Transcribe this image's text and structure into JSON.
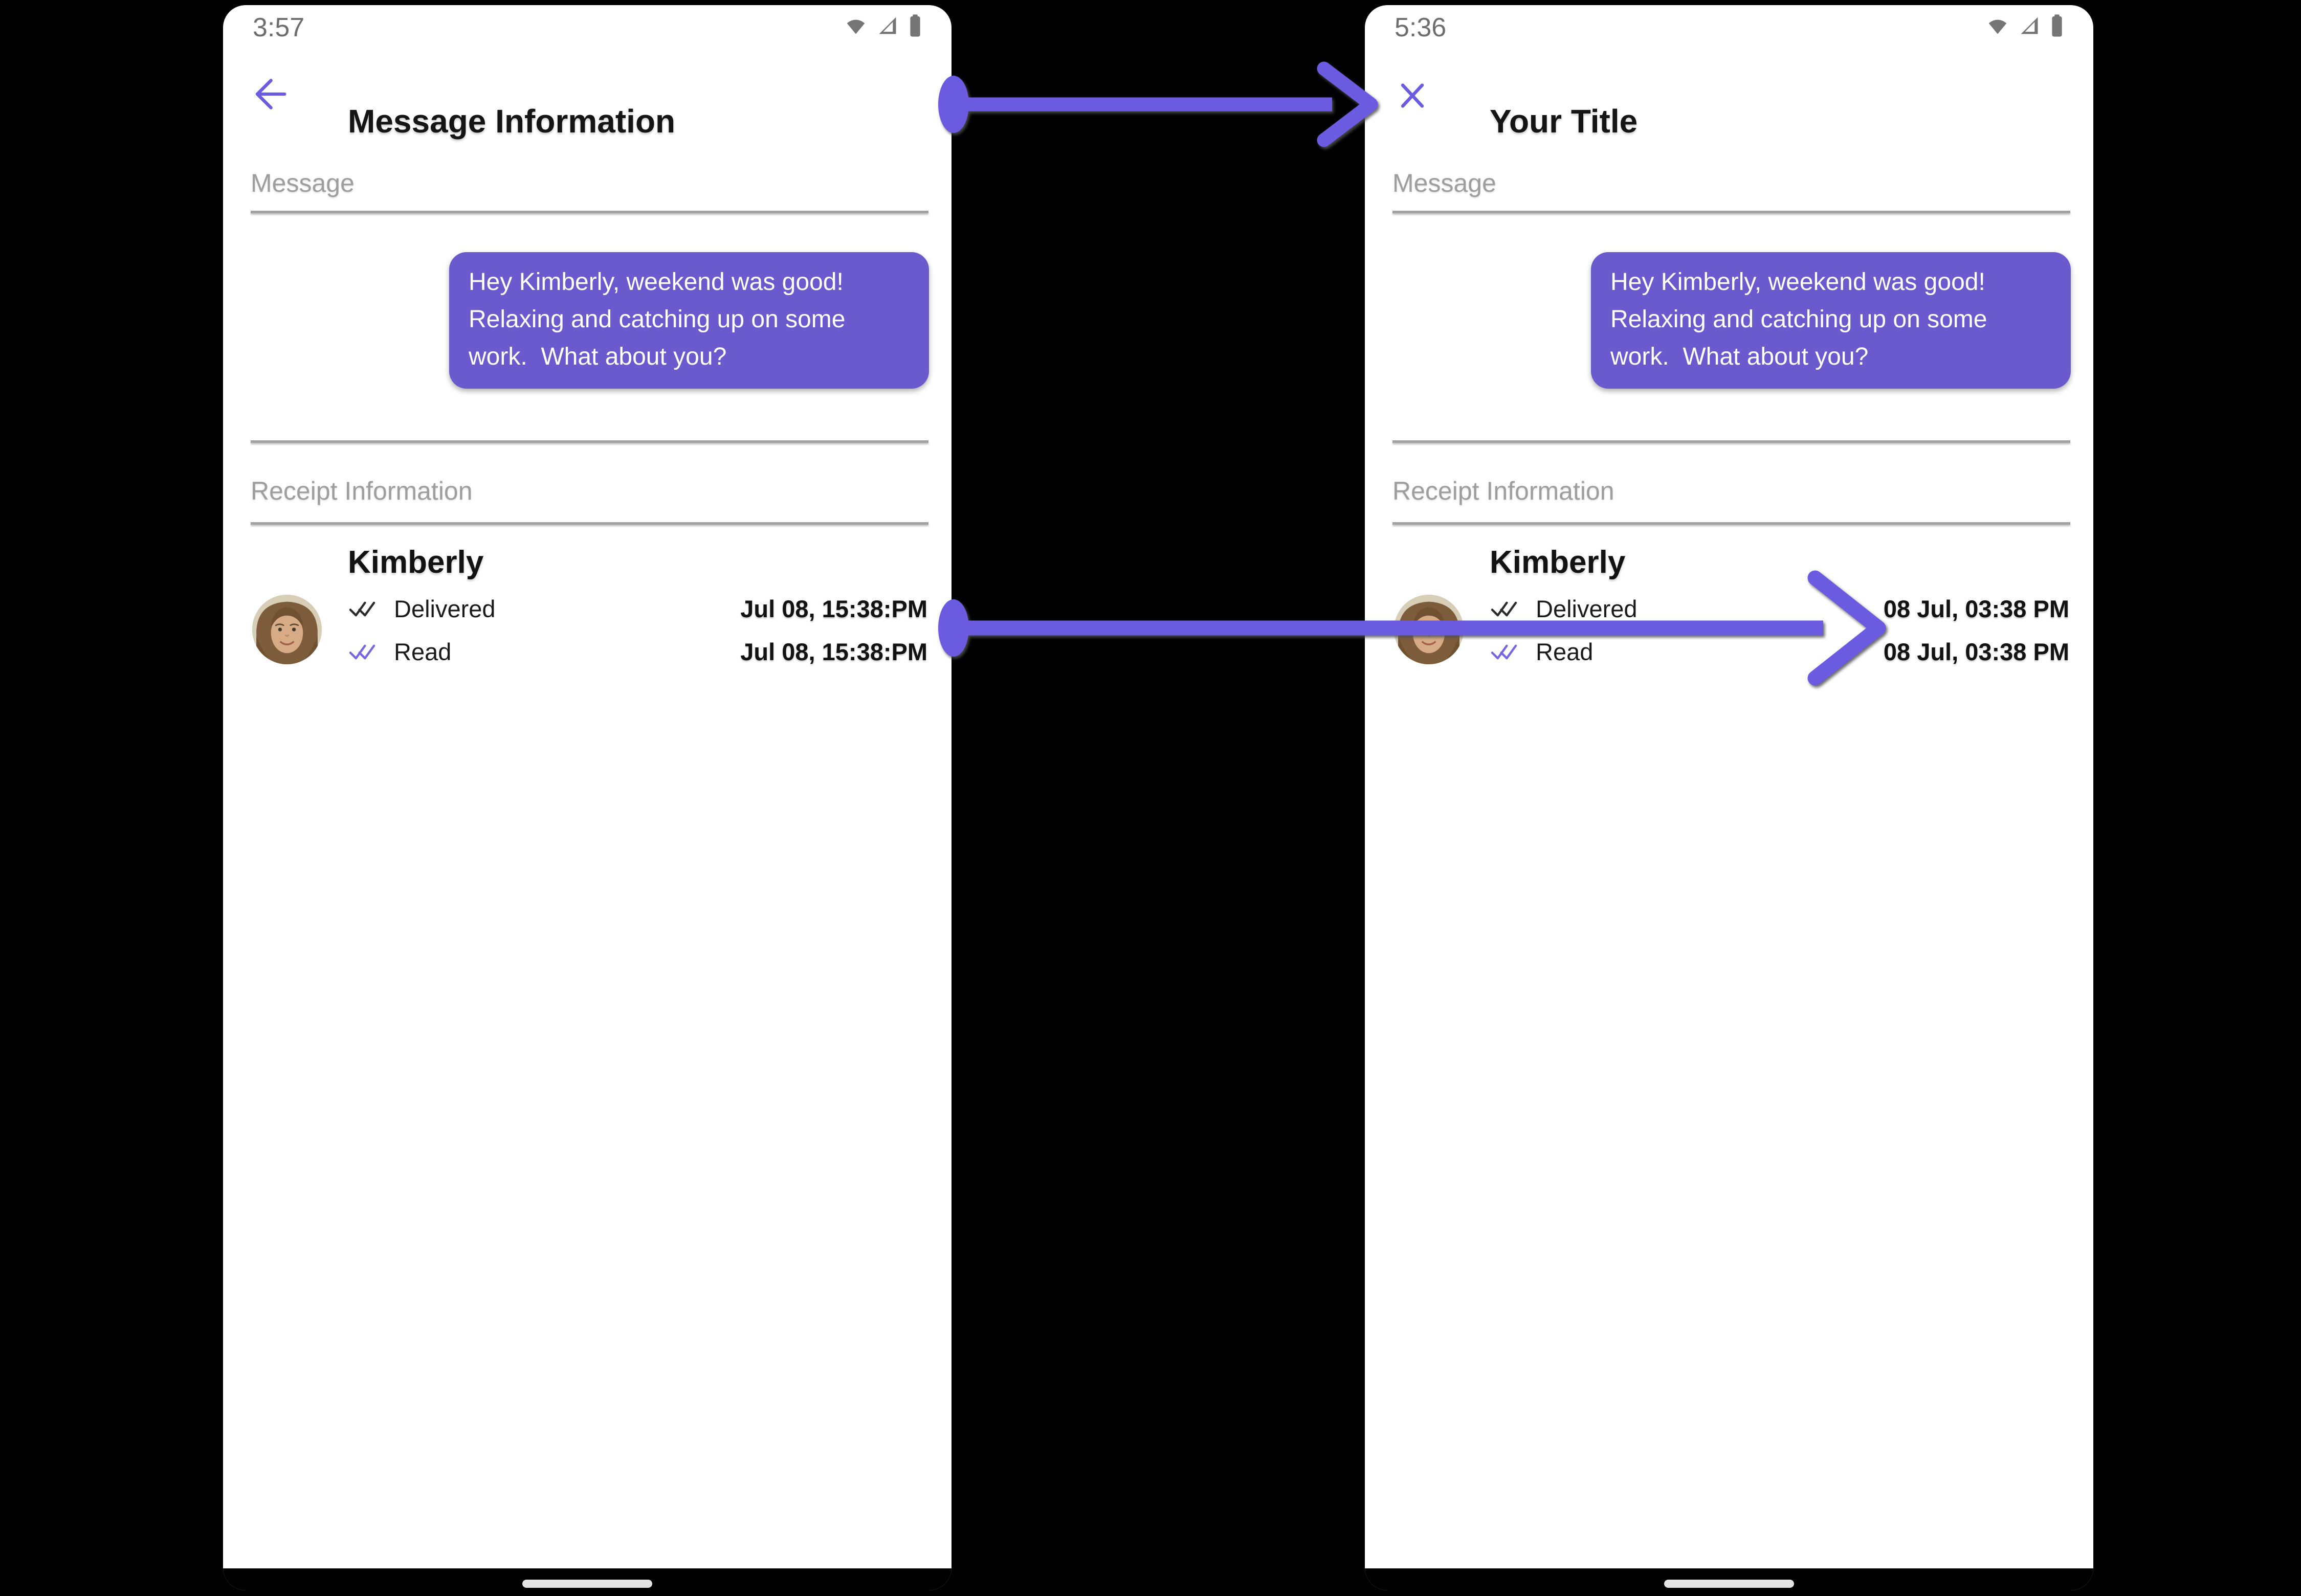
{
  "colors": {
    "background": "#000000",
    "accent_purple": "#6b5be0",
    "bubble_purple": "#6a5acd",
    "read_check_purple": "#7566e4",
    "section_label_gray": "#9e9e9e",
    "status_bar_gray": "#6e6e6e",
    "divider_gray": "#a2a2a2",
    "text_black": "#151515",
    "gesture_pill_gray": "#e4e4e4"
  },
  "left_phone": {
    "status_bar": {
      "time": "3:57",
      "icons": [
        "wifi-icon",
        "signal-icon",
        "battery-icon"
      ]
    },
    "header": {
      "nav_icon": "back-arrow",
      "title": "Message Information"
    },
    "message_section": {
      "label": "Message",
      "bubble_text": "Hey Kimberly, weekend was good!  Relaxing and catching up on some work.  What about you?"
    },
    "receipt_section": {
      "label": "Receipt Information",
      "contact_name": "Kimberly",
      "avatar": "woman-portrait-photo",
      "rows": [
        {
          "icon": "double-check-dark",
          "status": "Delivered",
          "timestamp": "Jul 08, 15:38:PM"
        },
        {
          "icon": "double-check-purple",
          "status": "Read",
          "timestamp": "Jul 08, 15:38:PM"
        }
      ]
    }
  },
  "right_phone": {
    "status_bar": {
      "time": "5:36",
      "icons": [
        "wifi-icon",
        "signal-icon",
        "battery-icon"
      ]
    },
    "header": {
      "nav_icon": "close-x",
      "title": "Your Title"
    },
    "message_section": {
      "label": "Message",
      "bubble_text": "Hey Kimberly, weekend was good!  Relaxing and catching up on some work.  What about you?"
    },
    "receipt_section": {
      "label": "Receipt Information",
      "contact_name": "Kimberly",
      "avatar": "woman-portrait-photo",
      "rows": [
        {
          "icon": "double-check-dark",
          "status": "Delivered",
          "timestamp": "08 Jul, 03:38 PM"
        },
        {
          "icon": "double-check-purple",
          "status": "Read",
          "timestamp": "08 Jul, 03:38 PM"
        }
      ]
    }
  },
  "annotations": {
    "arrow_top": "header-change-arrow",
    "arrow_middle": "timestamp-change-arrow"
  }
}
